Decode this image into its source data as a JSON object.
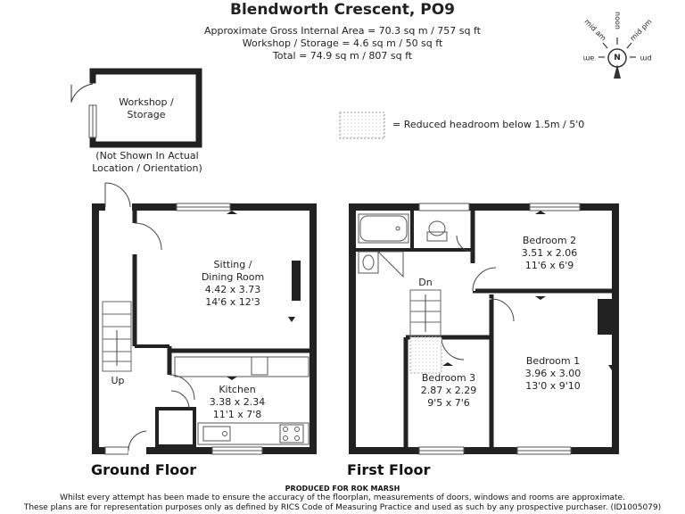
{
  "header": {
    "title": "Blendworth Crescent, PO9",
    "area_line_1": "Approximate Gross Internal Area = 70.3 sq m / 757 sq ft",
    "area_line_2": "Workshop / Storage = 4.6 sq m / 50 sq ft",
    "area_line_3": "Total = 74.9 sq m / 807 sq ft"
  },
  "compass": {
    "north": "N",
    "noon": "noon",
    "mid_am": "mid am",
    "mid_pm": "mid pm",
    "am": "am",
    "pm": "pm"
  },
  "legend": {
    "reduced_headroom": "= Reduced headroom below 1.5m / 5'0"
  },
  "workshop": {
    "name_line_1": "Workshop /",
    "name_line_2": "Storage",
    "note_line_1": "(Not Shown In Actual",
    "note_line_2": "Location / Orientation)"
  },
  "ground_floor": {
    "label": "Ground Floor",
    "up_label": "Up",
    "rooms": [
      {
        "name": "Sitting /",
        "name_2": "Dining Room",
        "metric": "4.42 x 3.73",
        "imperial": "14'6 x 12'3"
      },
      {
        "name": "Kitchen",
        "metric": "3.38 x 2.34",
        "imperial": "11'1 x 7'8"
      }
    ]
  },
  "first_floor": {
    "label": "First Floor",
    "down_label": "Dn",
    "rooms": [
      {
        "name": "Bedroom 2",
        "metric": "3.51 x 2.06",
        "imperial": "11'6 x 6'9"
      },
      {
        "name": "Bedroom 1",
        "metric": "3.96 x 3.00",
        "imperial": "13'0 x 9'10"
      },
      {
        "name": "Bedroom 3",
        "metric": "2.87 x 2.29",
        "imperial": "9'5 x 7'6"
      }
    ]
  },
  "footer": {
    "produced_by": "PRODUCED FOR ROK MARSH",
    "disclaimer_1": "Whilst every attempt has been made to ensure the accuracy of the floorplan, measurements of doors, windows and rooms are approximate.",
    "disclaimer_2": "These plans are for representation purposes only as defined by RICS Code of Measuring Practice and used as such by any prospective purchaser. (ID1005079)"
  }
}
